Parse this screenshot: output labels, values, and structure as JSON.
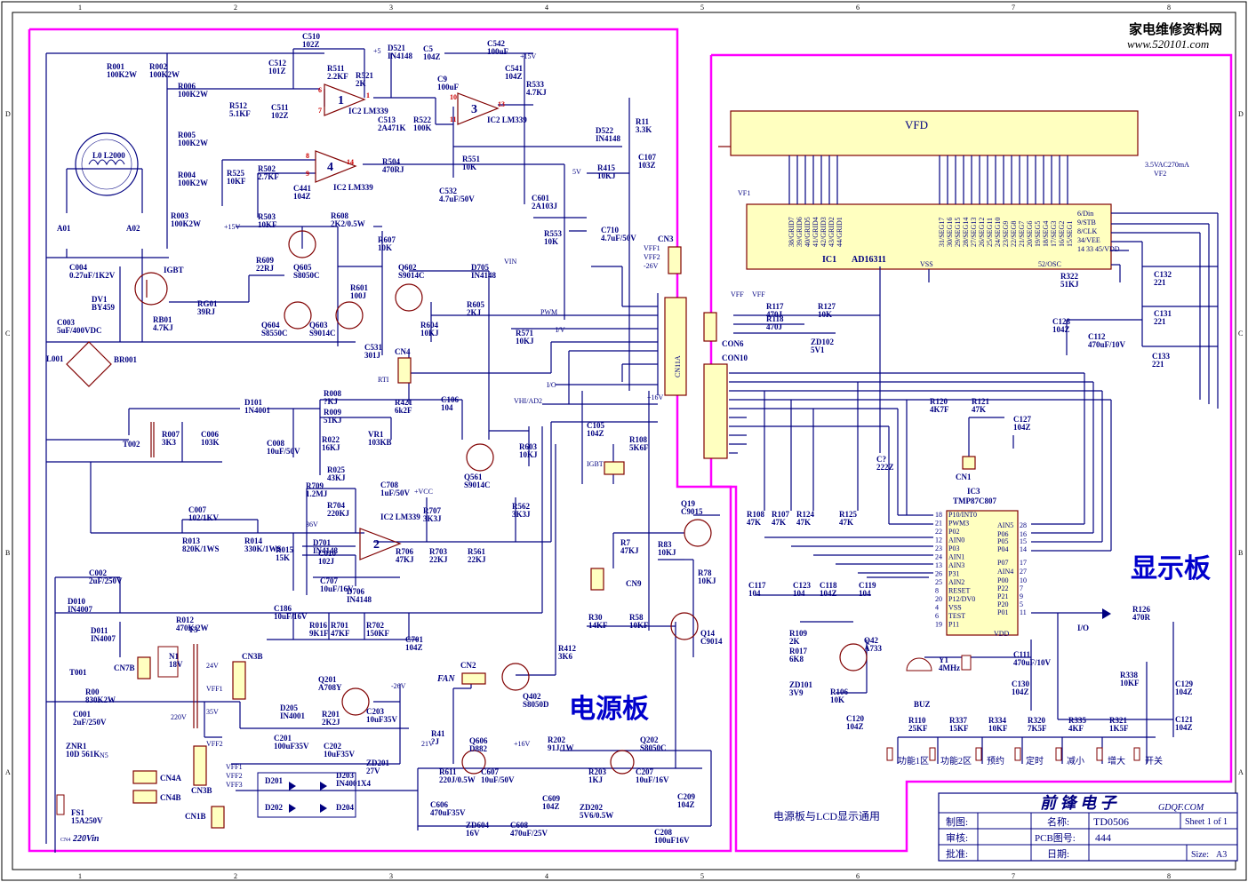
{
  "watermark": {
    "line1": "家电维修资料网",
    "line2": "www.520101.com"
  },
  "border_columns": [
    "1",
    "2",
    "3",
    "4",
    "5",
    "6",
    "7",
    "8"
  ],
  "border_rows": [
    "D",
    "C",
    "B",
    "A"
  ],
  "power_board": {
    "title": "电源板",
    "input_label": "220Vin",
    "fan_label": "FAN",
    "components": [
      {
        "ref": "R001",
        "val": "100K2W"
      },
      {
        "ref": "R002",
        "val": "100K2W"
      },
      {
        "ref": "C510",
        "val": "102Z"
      },
      {
        "ref": "C512",
        "val": "101Z"
      },
      {
        "ref": "R511",
        "val": "2.2KF"
      },
      {
        "ref": "D521",
        "val": "IN4148"
      },
      {
        "ref": "C5",
        "val": "104Z"
      },
      {
        "ref": "C542",
        "val": "100uF"
      },
      {
        "ref": "C9",
        "val": "100uF"
      },
      {
        "ref": "C541",
        "val": "104Z"
      },
      {
        "ref": "R533",
        "val": "4.7KJ"
      },
      {
        "ref": "R006",
        "val": "100K2W"
      },
      {
        "ref": "R512",
        "val": "5.1KF"
      },
      {
        "ref": "C511",
        "val": "102Z"
      },
      {
        "ref": "R521",
        "val": "2K"
      },
      {
        "ref": "C513",
        "val": "2A471K"
      },
      {
        "ref": "R522",
        "val": "100K"
      },
      {
        "ref": "R005",
        "val": "100K2W"
      },
      {
        "ref": "D522",
        "val": "IN4148"
      },
      {
        "ref": "R11",
        "val": "3.3K"
      },
      {
        "ref": "R004",
        "val": "100K2W"
      },
      {
        "ref": "R525",
        "val": "10KF"
      },
      {
        "ref": "R502",
        "val": "2.7KF"
      },
      {
        "ref": "C441",
        "val": "104Z"
      },
      {
        "ref": "R504",
        "val": "470RJ"
      },
      {
        "ref": "R551",
        "val": "10K"
      },
      {
        "ref": "C532",
        "val": "4.7uF/50V"
      },
      {
        "ref": "R415",
        "val": "10KJ"
      },
      {
        "ref": "C107",
        "val": "103Z"
      },
      {
        "ref": "R503",
        "val": "10KF"
      },
      {
        "ref": "C601",
        "val": "2A103J"
      },
      {
        "ref": "R003",
        "val": "100K2W"
      },
      {
        "ref": "R608",
        "val": "2K2/0.5W"
      },
      {
        "ref": "R553",
        "val": "10K"
      },
      {
        "ref": "C710",
        "val": "4.7uF/50V"
      },
      {
        "ref": "R607",
        "val": "10K"
      },
      {
        "ref": "C004",
        "val": "0.27uF/1K2V"
      },
      {
        "ref": "R609",
        "val": "22RJ"
      },
      {
        "ref": "Q605",
        "val": "S8050C"
      },
      {
        "ref": "Q602",
        "val": "S9014C"
      },
      {
        "ref": "D705",
        "val": "IN4148"
      },
      {
        "ref": "DV1",
        "val": "BY459"
      },
      {
        "ref": "RG01",
        "val": "39RJ"
      },
      {
        "ref": "R601",
        "val": "100J"
      },
      {
        "ref": "R605",
        "val": "2KJ"
      },
      {
        "ref": "RB01",
        "val": "4.7KJ"
      },
      {
        "ref": "Q604",
        "val": "S8550C"
      },
      {
        "ref": "Q603",
        "val": "S9014C"
      },
      {
        "ref": "R604",
        "val": "10KJ"
      },
      {
        "ref": "R571",
        "val": "10KJ"
      },
      {
        "ref": "C003",
        "val": "5uF/400VDC"
      },
      {
        "ref": "C531",
        "val": "301J"
      },
      {
        "ref": "R421",
        "val": "6k2F"
      },
      {
        "ref": "C106",
        "val": "104"
      },
      {
        "ref": "R008",
        "val": "?KJ"
      },
      {
        "ref": "R009",
        "val": "51KJ"
      },
      {
        "ref": "D101",
        "val": "1N4001"
      },
      {
        "ref": "R007",
        "val": "3K3"
      },
      {
        "ref": "C006",
        "val": "103K"
      },
      {
        "ref": "C008",
        "val": "10uF/50V"
      },
      {
        "ref": "R022",
        "val": "16KJ"
      },
      {
        "ref": "VR1",
        "val": "103KB"
      },
      {
        "ref": "R025",
        "val": "43KJ"
      },
      {
        "ref": "C105",
        "val": "104Z"
      },
      {
        "ref": "R108",
        "val": "5K6F"
      },
      {
        "ref": "R603",
        "val": "10KJ"
      },
      {
        "ref": "Q561",
        "val": "S9014C"
      },
      {
        "ref": "R709",
        "val": "1.2MJ"
      },
      {
        "ref": "C708",
        "val": "1uF/50V"
      },
      {
        "ref": "R704",
        "val": "220KJ"
      },
      {
        "ref": "R707",
        "val": "3K3J"
      },
      {
        "ref": "R562",
        "val": "3K3J"
      },
      {
        "ref": "C007",
        "val": "102/1KV"
      },
      {
        "ref": "R013",
        "val": "820K/1WS"
      },
      {
        "ref": "R014",
        "val": "330K/1WS"
      },
      {
        "ref": "D701",
        "val": "IN4148"
      },
      {
        "ref": "R015",
        "val": "15K"
      },
      {
        "ref": "C010",
        "val": "102J"
      },
      {
        "ref": "R706",
        "val": "47KJ"
      },
      {
        "ref": "R703",
        "val": "22KJ"
      },
      {
        "ref": "R561",
        "val": "22KJ"
      },
      {
        "ref": "C707",
        "val": "10uF/16V"
      },
      {
        "ref": "D706",
        "val": "IN4148"
      },
      {
        "ref": "C002",
        "val": "2uF/250V"
      },
      {
        "ref": "D010",
        "val": "IN4007"
      },
      {
        "ref": "R012",
        "val": "470K/2W"
      },
      {
        "ref": "C186",
        "val": "10uF/16V"
      },
      {
        "ref": "D011",
        "val": "IN4007"
      },
      {
        "ref": "R016",
        "val": "9K1F"
      },
      {
        "ref": "R701",
        "val": "47KF"
      },
      {
        "ref": "R702",
        "val": "150KF"
      },
      {
        "ref": "C701",
        "val": "104Z"
      },
      {
        "ref": "R412",
        "val": "3K6"
      },
      {
        "ref": "Q19",
        "val": "C9015"
      },
      {
        "ref": "R7",
        "val": "47KJ"
      },
      {
        "ref": "R83",
        "val": "10KJ"
      },
      {
        "ref": "R78",
        "val": "10KJ"
      },
      {
        "ref": "R30",
        "val": "14KF"
      },
      {
        "ref": "R58",
        "val": "10KF"
      },
      {
        "ref": "Q14",
        "val": "C9014"
      },
      {
        "ref": "N1",
        "val": "18V"
      },
      {
        "ref": "Q201",
        "val": "A708Y"
      },
      {
        "ref": "Q402",
        "val": "S8050D"
      },
      {
        "ref": "R00",
        "val": "830K2W"
      },
      {
        "ref": "D205",
        "val": "IN4001"
      },
      {
        "ref": "R201",
        "val": "2K2J"
      },
      {
        "ref": "C203",
        "val": "10uF35V"
      },
      {
        "ref": "C001",
        "val": "2uF/250V"
      },
      {
        "ref": "ZNR1",
        "val": "10D 561K"
      },
      {
        "ref": "C201",
        "val": "100uF35V"
      },
      {
        "ref": "C202",
        "val": "10uF35V"
      },
      {
        "ref": "ZD201",
        "val": "27V"
      },
      {
        "ref": "R41",
        "val": "?J"
      },
      {
        "ref": "Q606",
        "val": "D882"
      },
      {
        "ref": "R202",
        "val": "91J/1W"
      },
      {
        "ref": "Q202",
        "val": "S8050C"
      },
      {
        "ref": "R611",
        "val": "220J/0.5W"
      },
      {
        "ref": "C607",
        "val": "10uF/50V"
      },
      {
        "ref": "R203",
        "val": "1KJ"
      },
      {
        "ref": "C207",
        "val": "10uF/16V"
      },
      {
        "ref": "D201",
        "val": ""
      },
      {
        "ref": "D203",
        "val": "IN4001X4"
      },
      {
        "ref": "D202",
        "val": ""
      },
      {
        "ref": "D204",
        "val": ""
      },
      {
        "ref": "C606",
        "val": "470uF35V"
      },
      {
        "ref": "C609",
        "val": "104Z"
      },
      {
        "ref": "ZD202",
        "val": "5V6/0.5W"
      },
      {
        "ref": "C209",
        "val": "104Z"
      },
      {
        "ref": "FS1",
        "val": "15A250V"
      },
      {
        "ref": "ZD604",
        "val": "16V"
      },
      {
        "ref": "C608",
        "val": "470uF/25V"
      },
      {
        "ref": "C208",
        "val": "100uF16V"
      }
    ],
    "labels": [
      "IC2 LM339",
      "IC2 LM339",
      "IC2 LM339",
      "IC2 LM339",
      "L0 L2000",
      "A01",
      "A02",
      "IGBT",
      "L001",
      "BR001",
      "T002",
      "T001",
      "T3",
      "CN7B",
      "CN3B",
      "CN3B",
      "CN4A",
      "CN4B",
      "CN1B",
      "CN2",
      "CN4",
      "CN9",
      "CN3",
      "CN11A",
      "RTI",
      "CN4"
    ],
    "net_labels": [
      "+5",
      "+15V",
      "+15V",
      "-26V",
      "5V",
      "VIN",
      "PWM",
      "I/V",
      "I/O",
      "VHI/AD2",
      "VFF1",
      "VFF2",
      "-26V",
      "+16V",
      "IGBT",
      "+VCC",
      "36V",
      "21V",
      "+16V",
      "220V",
      "24V",
      "VFF1",
      "VFF2",
      "VFF1",
      "VFF2",
      "VFF3",
      "35V",
      "N5"
    ]
  },
  "display_board": {
    "title": "显示板",
    "vfd_label": "VFD",
    "vfd_supply": "3.5VAC270mA",
    "ic1": {
      "ref": "IC1",
      "part": "AD16311"
    },
    "ic1_grid_pins": [
      "38/GRID7",
      "39/GRID6",
      "40/GRID5",
      "41/GRID4",
      "42/GRID3",
      "43/GRID2",
      "44/GRID1"
    ],
    "ic1_seg_pins": [
      "31/SEG17",
      "30/SEG16",
      "29/SEG15",
      "28/SEG14",
      "27/SEG13",
      "26/SEG12",
      "25/SEG11",
      "24/SEG10",
      "23/SEG9",
      "22/SEG8",
      "21/SEG7",
      "20/SEG6",
      "19/SEG5",
      "18/SEG4",
      "17/SEG3",
      "16/SEG2",
      "15/SEG1"
    ],
    "ic1_right_pins": [
      "6/Din",
      "9/STB",
      "8/CLK",
      "34/VEE",
      "14 33 45/VDD",
      "52/OSC"
    ],
    "ic1_vss": "VSS",
    "ic3": {
      "ref": "IC3",
      "part": "TMP87C807"
    },
    "ic3_left_pins": [
      {
        "num": "18",
        "name": "P10/INT0"
      },
      {
        "num": "21",
        "name": "PWM3"
      },
      {
        "num": "22",
        "name": "P02"
      },
      {
        "num": "12",
        "name": "AIN0"
      },
      {
        "num": "23",
        "name": "P03"
      },
      {
        "num": "24",
        "name": "AIN1"
      },
      {
        "num": "13",
        "name": "AIN3"
      },
      {
        "num": "26",
        "name": "P31"
      },
      {
        "num": "25",
        "name": "AIN2"
      },
      {
        "num": "8",
        "name": "RESET"
      },
      {
        "num": "20",
        "name": "P12/DV0"
      },
      {
        "num": "4",
        "name": "VSS"
      },
      {
        "num": "6",
        "name": "TEST"
      },
      {
        "num": "19",
        "name": "P11"
      }
    ],
    "ic3_right_pins": [
      {
        "num": "28",
        "name": "AIN5"
      },
      {
        "num": "16",
        "name": "P06"
      },
      {
        "num": "15",
        "name": "P05"
      },
      {
        "num": "14",
        "name": "P04"
      },
      {
        "num": "17",
        "name": "P07"
      },
      {
        "num": "27",
        "name": "AIN4"
      },
      {
        "num": "10",
        "name": "P00"
      },
      {
        "num": "7",
        "name": "P22"
      },
      {
        "num": "9",
        "name": "P21"
      },
      {
        "num": "5",
        "name": "P20"
      },
      {
        "num": "11",
        "name": "P01"
      },
      {
        "num": "3",
        "name": "VDD"
      }
    ],
    "components": [
      {
        "ref": "R322",
        "val": "51KJ"
      },
      {
        "ref": "C132",
        "val": "221"
      },
      {
        "ref": "C131",
        "val": "221"
      },
      {
        "ref": "C133",
        "val": "221"
      },
      {
        "ref": "C128",
        "val": "104Z"
      },
      {
        "ref": "C112",
        "val": "470uF/10V"
      },
      {
        "ref": "R117",
        "val": "470J"
      },
      {
        "ref": "R118",
        "val": "470J"
      },
      {
        "ref": "R127",
        "val": "10K"
      },
      {
        "ref": "ZD102",
        "val": "5V1"
      },
      {
        "ref": "R120",
        "val": "4K7F"
      },
      {
        "ref": "R121",
        "val": "47K"
      },
      {
        "ref": "C127",
        "val": "104Z"
      },
      {
        "ref": "C?",
        "val": "222Z"
      },
      {
        "ref": "R108",
        "val": "47K"
      },
      {
        "ref": "R107",
        "val": "47K"
      },
      {
        "ref": "R124",
        "val": "47K"
      },
      {
        "ref": "R125",
        "val": "47K"
      },
      {
        "ref": "C117",
        "val": "104"
      },
      {
        "ref": "C123",
        "val": "104"
      },
      {
        "ref": "C118",
        "val": "104Z"
      },
      {
        "ref": "C119",
        "val": "104"
      },
      {
        "ref": "R109",
        "val": "2K"
      },
      {
        "ref": "R017",
        "val": "6K8"
      },
      {
        "ref": "Q42",
        "val": "A733"
      },
      {
        "ref": "ZD101",
        "val": "3V9"
      },
      {
        "ref": "R106",
        "val": "10K"
      },
      {
        "ref": "C120",
        "val": "104Z"
      },
      {
        "ref": "Y1",
        "val": "4MHz"
      },
      {
        "ref": "C111",
        "val": "470uF/10V"
      },
      {
        "ref": "C130",
        "val": "104Z"
      },
      {
        "ref": "R126",
        "val": "470R"
      },
      {
        "ref": "R338",
        "val": "10KF"
      },
      {
        "ref": "C129",
        "val": "104Z"
      },
      {
        "ref": "C121",
        "val": "104Z"
      },
      {
        "ref": "R110",
        "val": "25KF"
      },
      {
        "ref": "R337",
        "val": "15KF"
      },
      {
        "ref": "R334",
        "val": "10KF"
      },
      {
        "ref": "R320",
        "val": "7K5F"
      },
      {
        "ref": "R335",
        "val": "4KF"
      },
      {
        "ref": "R321",
        "val": "1K5F"
      }
    ],
    "buttons": [
      "功能1区",
      "功能2区",
      "预约",
      "定时",
      "减小",
      "增大",
      "开关"
    ],
    "labels": [
      "CON6",
      "CON10",
      "CN1",
      "BUZ",
      "I/O",
      "VFF",
      "VFF",
      "VF1",
      "VF2"
    ],
    "note": "电源板与LCD显示通用"
  },
  "title_block": {
    "company": "前 锋 电 子",
    "site": "GDQF.COM",
    "made_label": "制图:",
    "name_label": "名称:",
    "name_value": "TD0506",
    "sheet": "Sheet 1 of 1",
    "check_label": "审核:",
    "pcb_label": "PCB图号:",
    "pcb_value": "444",
    "approve_label": "批准:",
    "date_label": "日期:",
    "size_label": "Size:",
    "size_value": "A3"
  },
  "colors": {
    "wire": "#000080",
    "component": "#800000",
    "board_border": "#ff00ff",
    "pin_number": "#cc0000",
    "board_title": "#0000cc"
  }
}
